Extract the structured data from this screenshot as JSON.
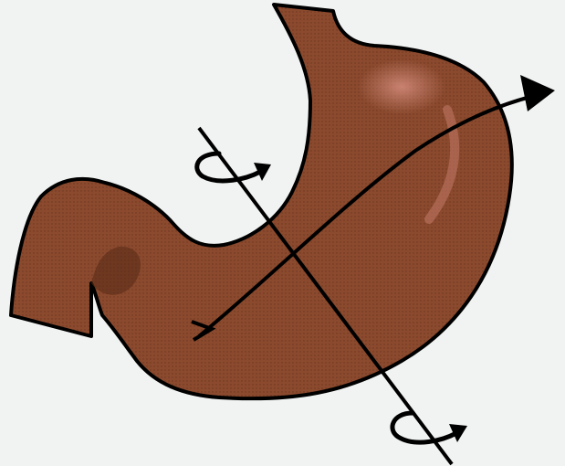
{
  "diagram": {
    "subject": "stomach-icon",
    "colors": {
      "background": "#f1f2f2",
      "organ_fill": "#8b4a2e",
      "organ_stroke": "#000000",
      "organ_shade": "#6e3a22",
      "highlight": "#c47a6a",
      "arrows": "#000000"
    },
    "elements": [
      "stomach-outline",
      "long-axis-arrow",
      "transverse-axis-line",
      "upper-rotation-arrow",
      "lower-rotation-arrow"
    ]
  }
}
